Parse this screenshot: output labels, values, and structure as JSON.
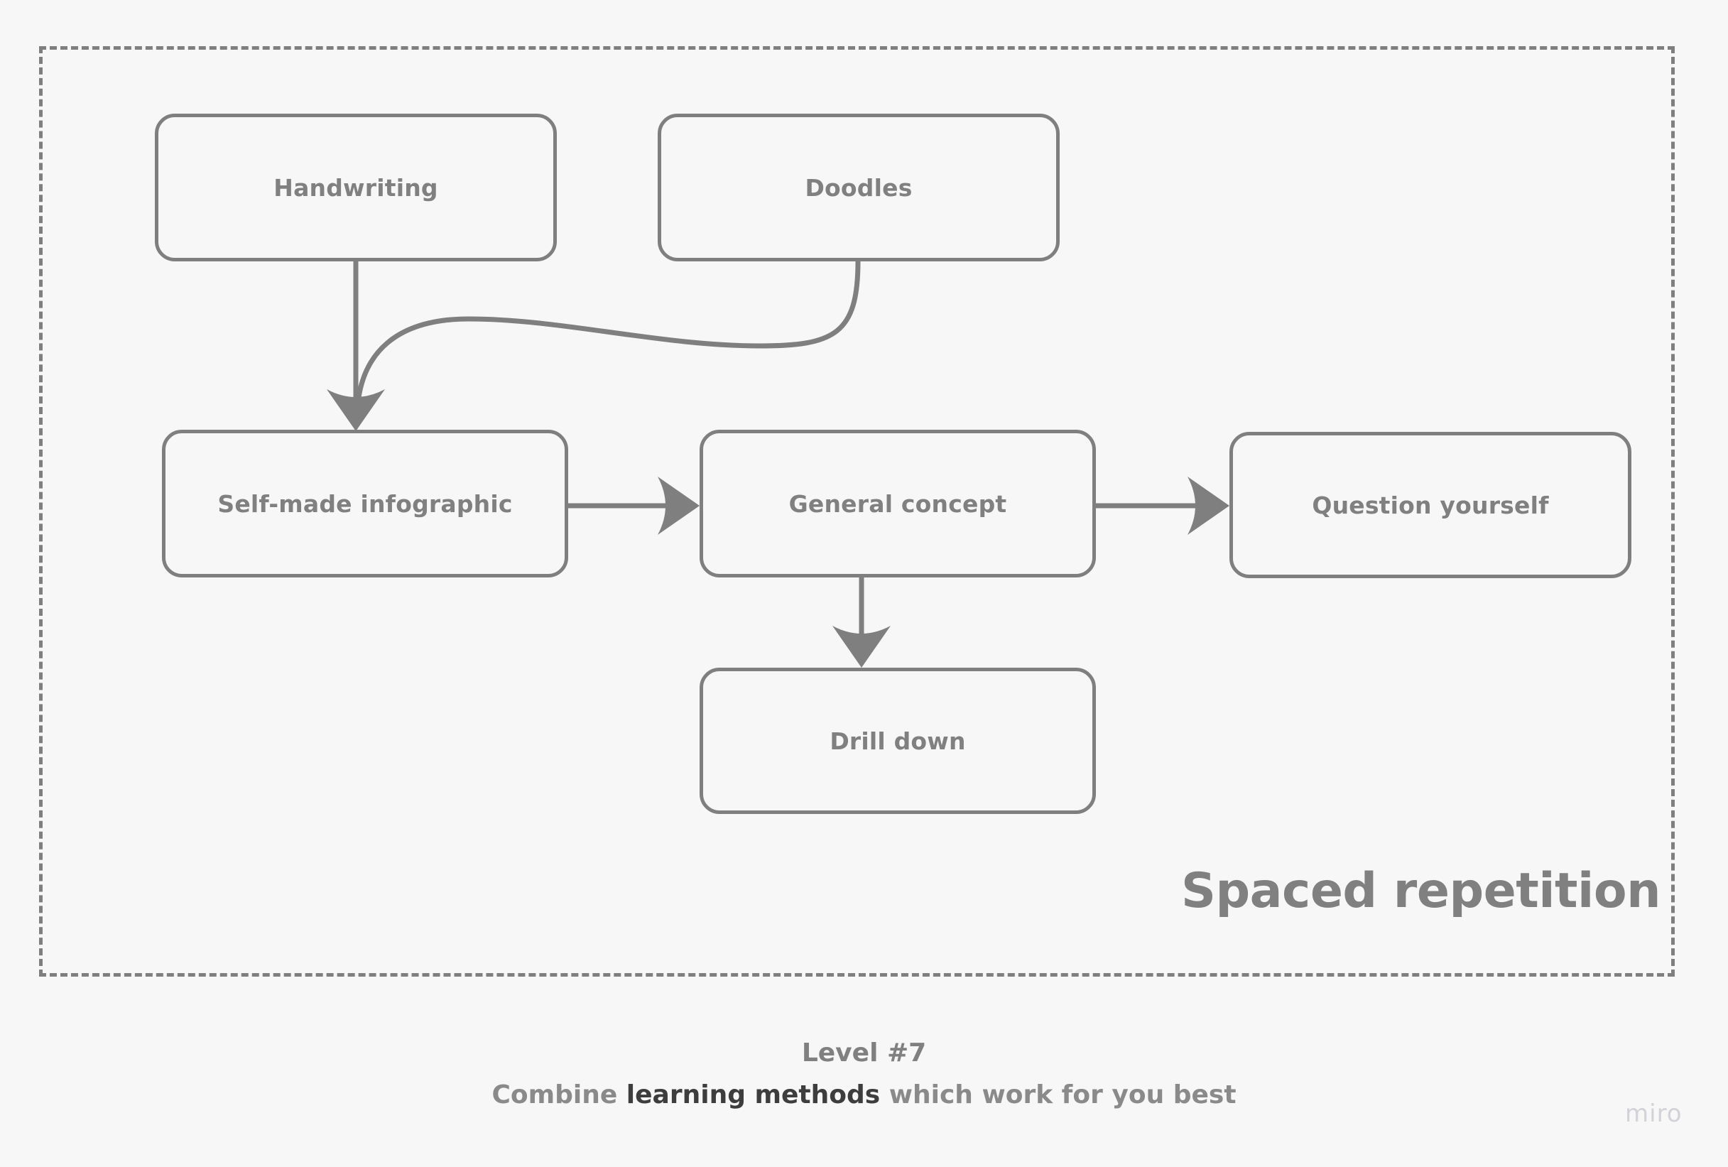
{
  "canvas": {
    "background": "#f7f7f7",
    "stroke_color": "#7f7f7f",
    "text_color": "#808080"
  },
  "frame": {
    "style": "dashed",
    "title": "Spaced repetition"
  },
  "nodes": [
    {
      "id": "handwriting",
      "label": "Handwriting"
    },
    {
      "id": "doodles",
      "label": "Doodles"
    },
    {
      "id": "infographic",
      "label": "Self-made infographic"
    },
    {
      "id": "general-concept",
      "label": "General concept"
    },
    {
      "id": "question-yourself",
      "label": "Question yourself"
    },
    {
      "id": "drill-down",
      "label": "Drill down"
    }
  ],
  "edges": [
    {
      "from": "handwriting",
      "to": "infographic",
      "shape": "straight-down",
      "arrow": true
    },
    {
      "from": "doodles",
      "to": "infographic",
      "shape": "s-curve-left",
      "arrow": false
    },
    {
      "from": "infographic",
      "to": "general-concept",
      "shape": "straight-right",
      "arrow": true
    },
    {
      "from": "general-concept",
      "to": "question-yourself",
      "shape": "straight-right",
      "arrow": true
    },
    {
      "from": "general-concept",
      "to": "drill-down",
      "shape": "straight-down",
      "arrow": true
    }
  ],
  "caption": {
    "level": "Level #7",
    "line2_prefix": "Combine ",
    "line2_strong": "learning methods",
    "line2_suffix": " which work for you best"
  },
  "watermark": {
    "label": "miro"
  }
}
